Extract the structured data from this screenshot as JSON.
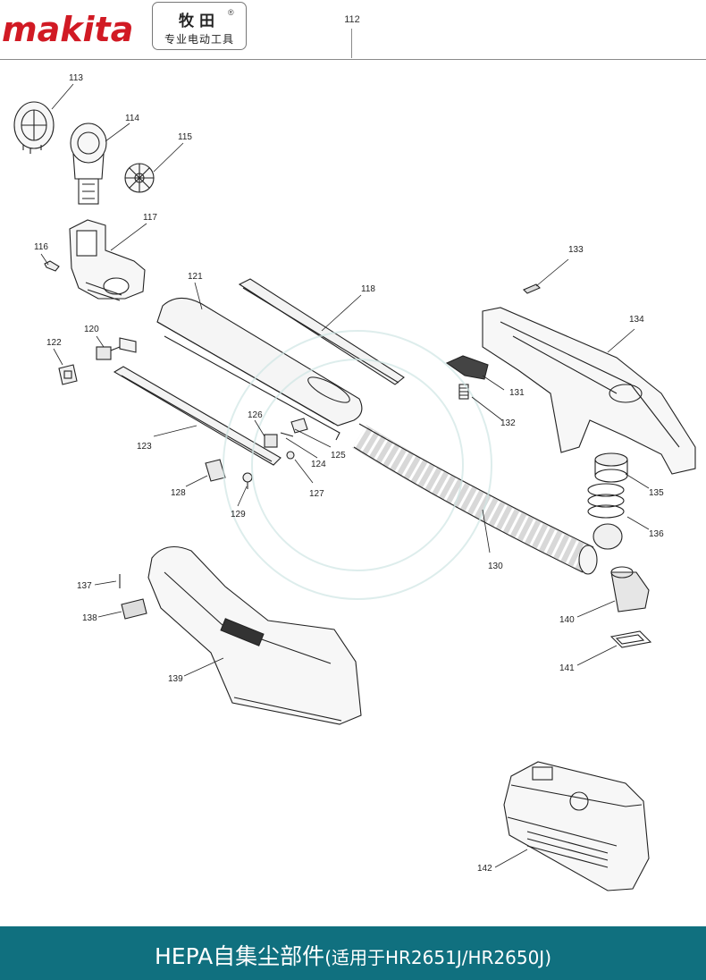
{
  "header": {
    "logo_text": "makita",
    "brand_cn": "牧田",
    "brand_reg": "®",
    "brand_sub": "专业电动工具",
    "sheet_number": "112"
  },
  "diagram": {
    "part_numbers": [
      "113",
      "114",
      "115",
      "116",
      "117",
      "118",
      "120",
      "121",
      "122",
      "123",
      "125",
      "124",
      "126",
      "127",
      "128",
      "129",
      "130",
      "131",
      "132",
      "133",
      "134",
      "135",
      "136",
      "137",
      "138",
      "139",
      "140",
      "141",
      "142"
    ]
  },
  "footer": {
    "title_main": "HEPA自集尘部件",
    "title_sub": "(适用于HR2651J/HR2650J)"
  },
  "colors": {
    "brand_red": "#d11a24",
    "footer_teal": "#10707f",
    "line": "#222222"
  }
}
